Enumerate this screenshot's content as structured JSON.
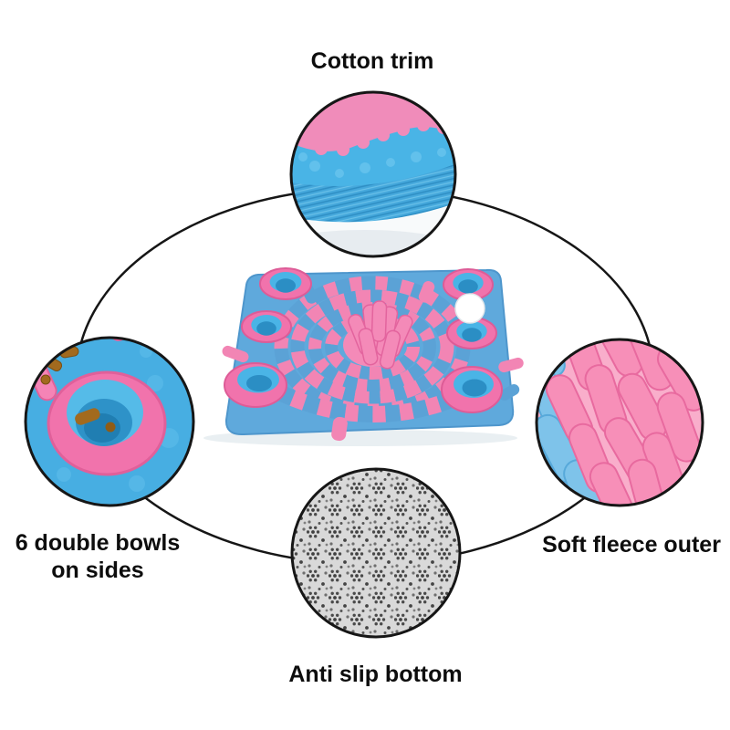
{
  "callouts": {
    "top": {
      "label": "Cotton trim"
    },
    "left": {
      "line1": "6 double bowls",
      "line2": "on sides"
    },
    "right": {
      "label": "Soft fleece outer"
    },
    "bottom": {
      "label": "Anti slip bottom"
    }
  },
  "colors": {
    "background": "#FFFFFF",
    "text": "#0D0D0D",
    "line": "#161616",
    "mat_blue": "#5FA9DC",
    "fringe_pink": "#F285B4",
    "fringe_blue": "#5BA2D6",
    "bowl_pink": "#F173AC",
    "bowl_inner_blue": "#4AB4E6",
    "fleece_pink": "#F08CBA",
    "trim_blue": "#45A8DC",
    "treat_brown": "#A26A1E",
    "antislip_gray": "#D9D9D9",
    "dot_gray": "#404040"
  }
}
